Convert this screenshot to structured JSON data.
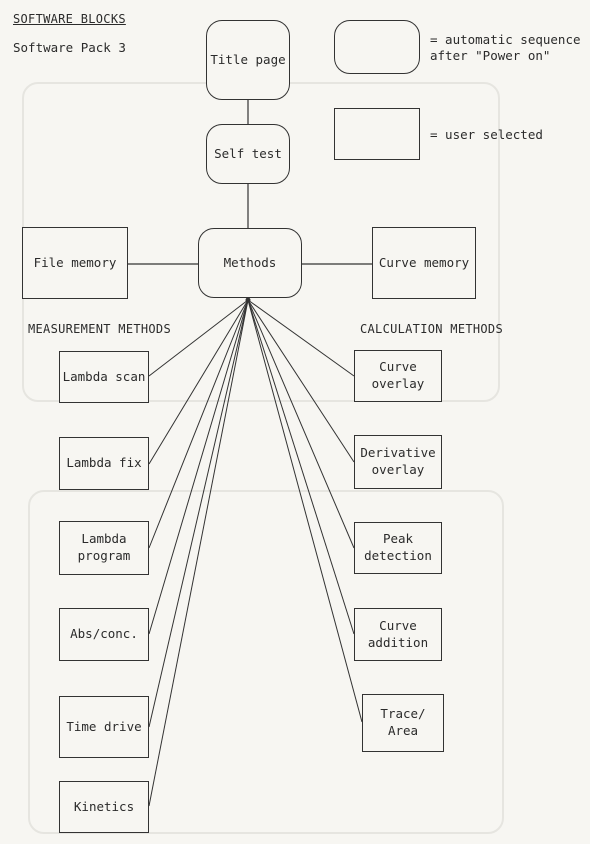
{
  "header": {
    "title": "SOFTWARE BLOCKS",
    "subtitle": "Software Pack 3"
  },
  "legend": {
    "automatic": "= automatic sequence\nafter \"Power on\"",
    "user": "= user selected"
  },
  "sections": {
    "measurement": "MEASUREMENT METHODS",
    "calculation": "CALCULATION METHODS"
  },
  "nodes": {
    "title_page": "Title page",
    "self_test": "Self test",
    "methods": "Methods",
    "file_memory": "File memory",
    "curve_memory": "Curve memory"
  },
  "measurement_methods": [
    "Lambda scan",
    "Lambda fix",
    "Lambda\nprogram",
    "Abs/conc.",
    "Time drive",
    "Kinetics"
  ],
  "calculation_methods": [
    "Curve\noverlay",
    "Derivative\noverlay",
    "Peak\ndetection",
    "Curve\naddition",
    "Trace/\nArea"
  ],
  "colors": {
    "ink": "#333333",
    "paper": "#f7f6f2",
    "ghost": "#e6e5e0"
  }
}
